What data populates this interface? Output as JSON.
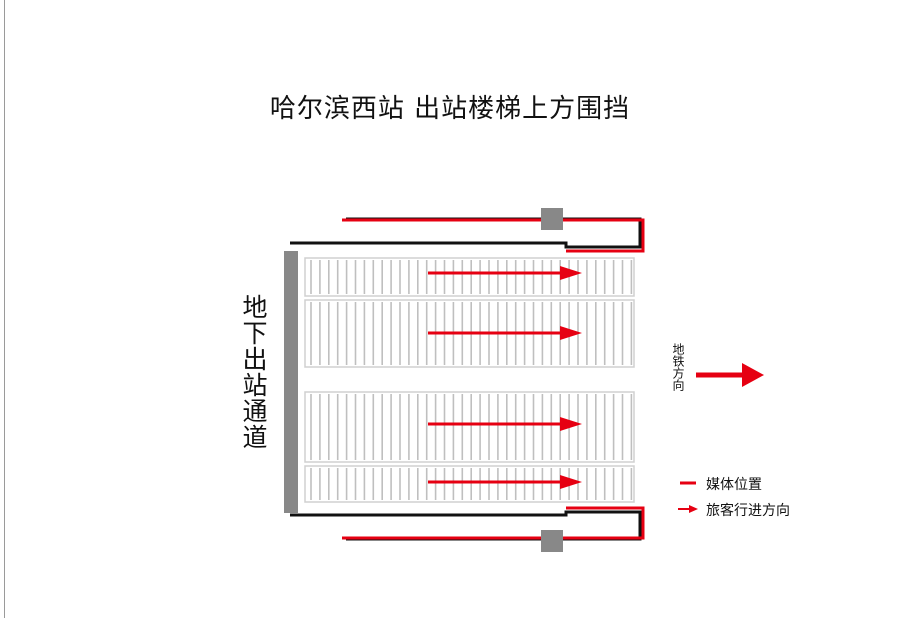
{
  "title": "哈尔滨西站 出站楼梯上方围挡",
  "left_label": "地下出站通道",
  "direction_label": "地铁方向",
  "legend": {
    "media_position": "媒体位置",
    "travel_direction": "旅客行进方向"
  },
  "colors": {
    "media_red": "#e60012",
    "outline_black": "#111111",
    "pillar_gray": "#888888",
    "stair_line": "#bfbfbf"
  },
  "icons": [
    "arrow-right-icon"
  ]
}
